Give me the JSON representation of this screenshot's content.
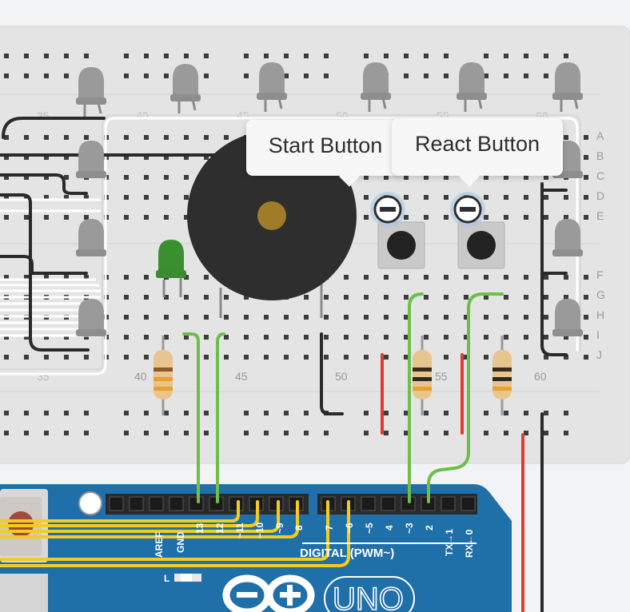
{
  "breadboard": {
    "column_numbers": [
      "40",
      "45",
      "50",
      "55",
      "60"
    ],
    "column_numbers_faded": [
      "35",
      "35",
      "40",
      "45",
      "50",
      "55",
      "60"
    ],
    "row_labels": [
      "A",
      "B",
      "C",
      "D",
      "E",
      "F",
      "G",
      "H",
      "I",
      "J"
    ]
  },
  "tooltips": {
    "start": "Start Button",
    "react": "React Button"
  },
  "arduino": {
    "pin_labels_left": [
      "AREF",
      "GND",
      "13",
      "12",
      "~11",
      "~10",
      "~9",
      "8"
    ],
    "pin_labels_right": [
      "7",
      "~6",
      "~5",
      "4",
      "~3",
      "2",
      "TX→1",
      "RX←0"
    ],
    "digital_label": "DIGITAL (PWM~)",
    "led_label": "L",
    "board_name": "UNO"
  },
  "colors": {
    "background": "#f2f3f5",
    "breadboard": "#e6e6e6",
    "arduino_blue": "#1f6fa8",
    "wire_green": "#6cbf4a",
    "wire_yellow": "#f2cc1f",
    "wire_red": "#e23a2e",
    "wire_black": "#2a2a2a",
    "led_grey": "#9a9a9a",
    "led_green": "#3a8f2e",
    "buzzer": "#2e2e2e"
  }
}
